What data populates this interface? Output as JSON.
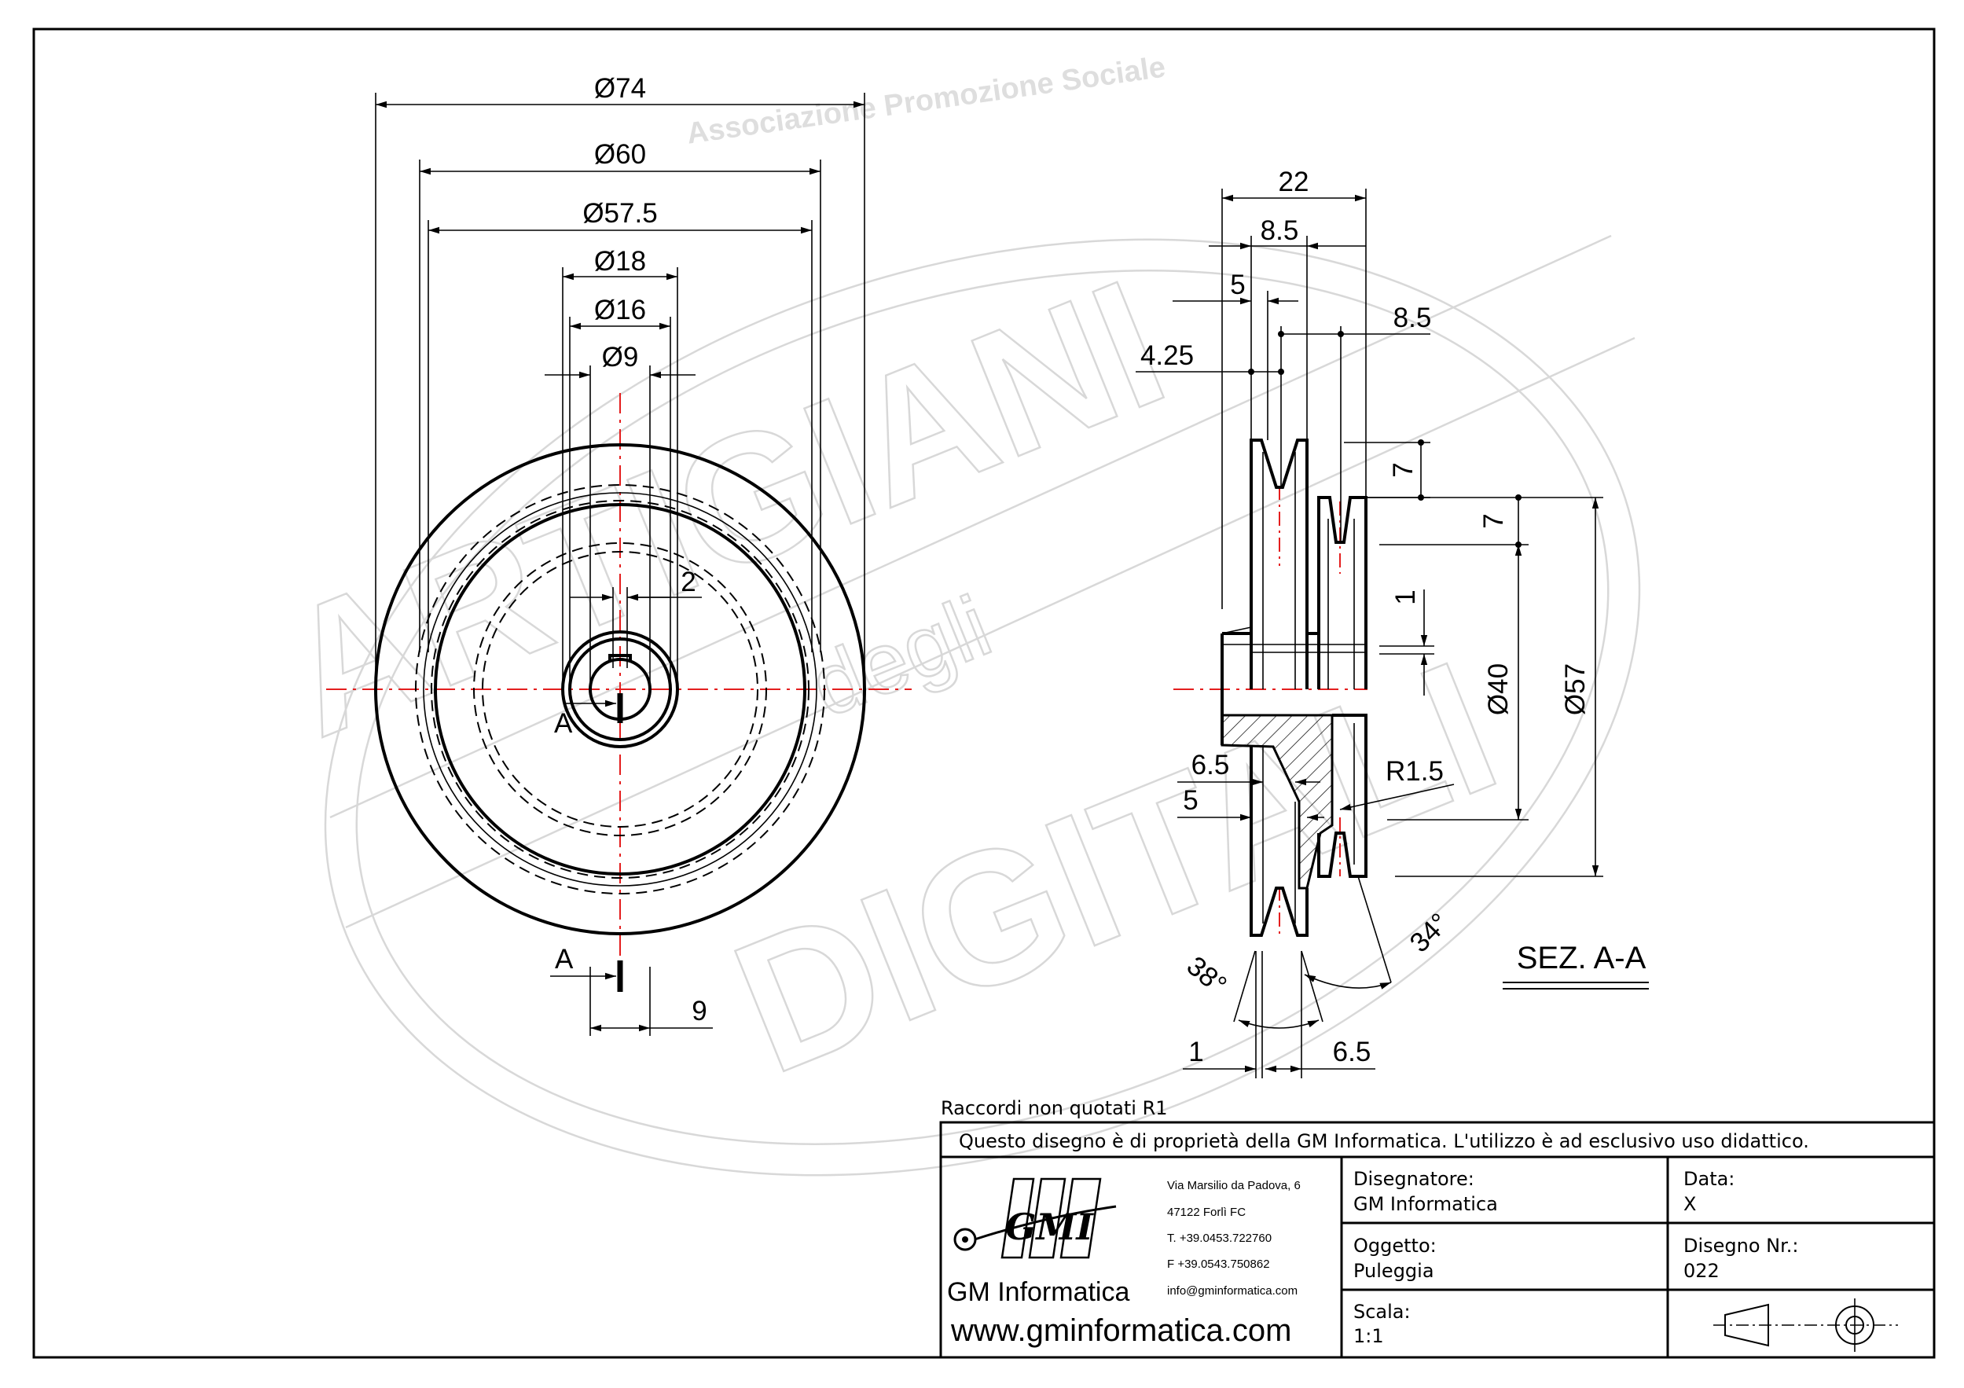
{
  "watermark": {
    "association": "Associazione Promozione Sociale",
    "word1": "ARTIGIANI",
    "word2": "degli",
    "word3": "DIGITALI"
  },
  "front_view": {
    "dims": {
      "d74": "Ø74",
      "d60": "Ø60",
      "d57_5": "Ø57.5",
      "d18": "Ø18",
      "d16": "Ø16",
      "d9": "Ø9",
      "d2": "2",
      "d9_key": "9"
    },
    "section_label_top": "A",
    "section_label_bottom": "A"
  },
  "section_view": {
    "dims": {
      "d22": "22",
      "d8_5_top": "8.5",
      "d5_top": "5",
      "d8_5_right": "8.5",
      "d4_25": "4.25",
      "d7_a": "7",
      "d7_b": "7",
      "d1_right": "1",
      "d40": "Ø40",
      "d57": "Ø57",
      "d6_5_left": "6.5",
      "d5_left": "5",
      "r1_5": "R1.5",
      "a38": "38°",
      "a34": "34°",
      "d1_bottom": "1",
      "d6_5_bottom": "6.5"
    },
    "title": "SEZ. A-A"
  },
  "note": "Raccordi  non  quotati  R1",
  "title_block": {
    "ownership": "Questo  disegno  è  di  proprietà  della  GM  Informatica.  L'utilizzo  è  ad  esclusivo  uso  didattico.",
    "logo_text": "GMI",
    "company": "GM Informatica",
    "website": "www.gminformatica.com",
    "address1": "Via Marsilio da Padova, 6",
    "address2": "47122  Forlì  FC",
    "phone": "T. +39.0453.722760",
    "fax": "F +39.0543.750862",
    "email": "info@gminformatica.com",
    "designer_label": "Disegnatore:",
    "designer_value": "GM  Informatica",
    "object_label": "Oggetto:",
    "object_value": "Puleggia",
    "scale_label": "Scala:",
    "scale_value": "1:1",
    "date_label": "Data:",
    "date_value": "X",
    "drawing_no_label": "Disegno  Nr.:",
    "drawing_no_value": "022"
  }
}
